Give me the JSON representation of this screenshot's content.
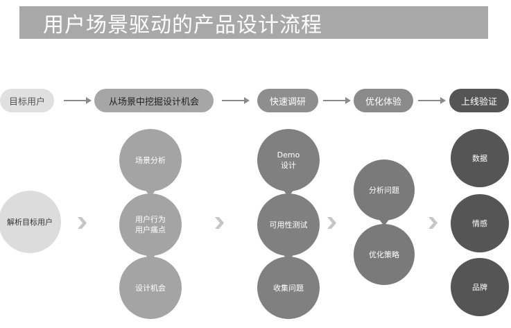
{
  "title": "用户场景驱动的产品设计流程",
  "steps": [
    "目标用户",
    "从场景中挖掘设计机会",
    "快速调研",
    "优化体验",
    "上线验证"
  ],
  "nodes": {
    "parse_user": "解析目标用户",
    "scene_analysis": "场景分析",
    "user_behavior": "用户行为\n用户痛点",
    "design_opportunity": "设计机会",
    "demo_design": "Demo\n设计",
    "usability_test": "可用性测试",
    "collect_issues": "收集问题",
    "analyze_issues": "分析问题",
    "optimize_strategy": "优化策略",
    "data": "数据",
    "emotion": "情感",
    "brand": "品牌"
  },
  "colors": {
    "title_bg": "#a8a8a8",
    "light": "#dcdcdc",
    "mid": "#a0a0a0",
    "dark": "#7e7e7e",
    "darkest": "#555555"
  }
}
